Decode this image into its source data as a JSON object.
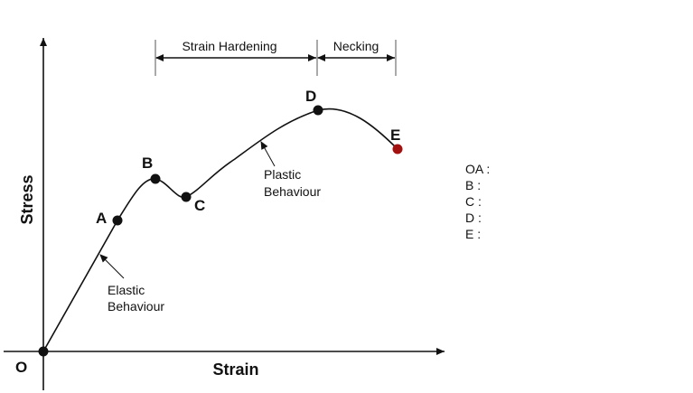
{
  "axes": {
    "y_title": "Stress",
    "x_title": "Strain",
    "origin_label": "O"
  },
  "points": [
    {
      "id": "O",
      "label": "O",
      "color": "#111111"
    },
    {
      "id": "A",
      "label": "A",
      "color": "#111111"
    },
    {
      "id": "B",
      "label": "B",
      "color": "#111111"
    },
    {
      "id": "C",
      "label": "C",
      "color": "#111111"
    },
    {
      "id": "D",
      "label": "D",
      "color": "#111111"
    },
    {
      "id": "E",
      "label": "E",
      "color": "#a31010"
    }
  ],
  "regions": {
    "strain_hardening": "Strain Hardening",
    "necking": "Necking"
  },
  "annotations": {
    "plastic_line1": "Plastic",
    "plastic_line2": "Behaviour",
    "elastic_line1": "Elastic",
    "elastic_line2": "Behaviour"
  },
  "legend": [
    "OA :",
    "B :",
    "C :",
    "D :",
    "E :"
  ]
}
